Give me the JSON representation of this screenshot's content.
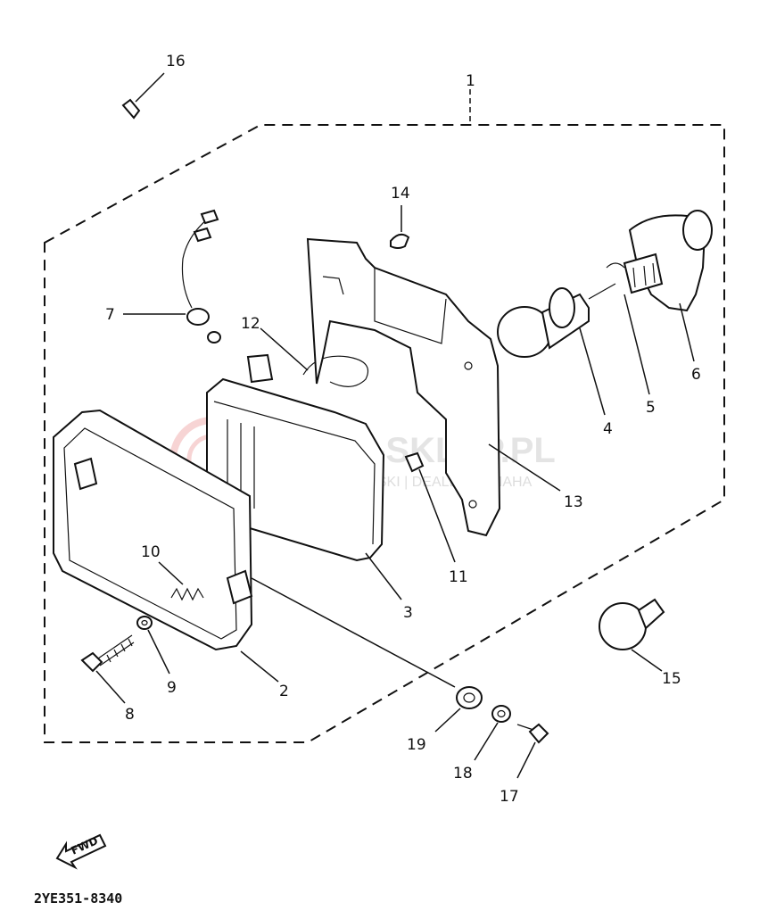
{
  "labels": {
    "p1": "1",
    "p2": "2",
    "p3": "3",
    "p4": "4",
    "p5": "5",
    "p6": "6",
    "p7": "7",
    "p8": "8",
    "p9": "9",
    "p10": "10",
    "p11": "11",
    "p12": "12",
    "p13": "13",
    "p14": "14",
    "p15": "15",
    "p16": "16",
    "p17": "17",
    "p18": "18",
    "p19": "19"
  },
  "fwd_label": "FWD",
  "diagram_code": "2YE351-8340",
  "watermark": {
    "main": "YAMA-SKLEP.PL",
    "sub": "WOJCIECHOWSKI | DEALER YAMAHA"
  }
}
